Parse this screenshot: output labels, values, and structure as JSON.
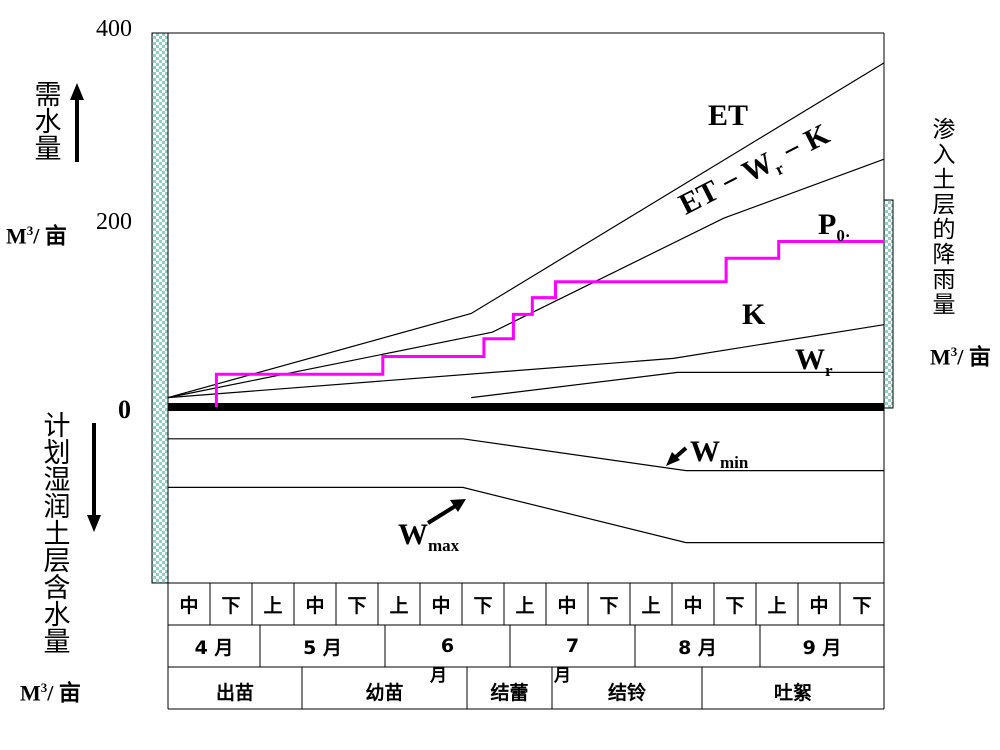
{
  "axis": {
    "y_max_label": "400",
    "y_mid_label": "200",
    "zero_label": "0",
    "left_top_label": "需水量",
    "left_bottom_label": "计划湿润土层含水量",
    "right_label": "渗入土层的降雨量",
    "unit": {
      "base": "M",
      "exp": "3",
      "rest": "/ 亩"
    }
  },
  "series_labels": {
    "et": "ET",
    "et_wr_k": {
      "a": "ET − W",
      "sub": "r",
      "b": " − K"
    },
    "p0": {
      "base": "P",
      "sub": "0·"
    },
    "k": "K",
    "wr": {
      "base": "W",
      "sub": "r"
    },
    "wmin": {
      "base": "W",
      "sub": "min"
    },
    "wmax": {
      "base": "W",
      "sub": "max"
    }
  },
  "timeline": {
    "dekads": [
      "中",
      "下",
      "上",
      "中",
      "下",
      "上",
      "中",
      "下",
      "上",
      "中",
      "下",
      "上",
      "中",
      "下",
      "上",
      "中",
      "下"
    ],
    "months": [
      {
        "label": "4 月"
      },
      {
        "label": "5 月"
      },
      {
        "label": "6",
        "tail": "月"
      },
      {
        "label": "7",
        "tail": "月"
      },
      {
        "label": "8 月"
      },
      {
        "label": "9 月"
      }
    ],
    "stages": [
      "出苗",
      "幼苗",
      "结蕾",
      "结铃",
      "吐絮"
    ]
  },
  "chart_data": {
    "type": "line",
    "x_unit": "ten-day period index from mid-April",
    "xlim": [
      0,
      17
    ],
    "ylim": [
      -180,
      400
    ],
    "y_ticks": [
      0,
      200,
      400
    ],
    "series": [
      {
        "name": "ET",
        "points": [
          [
            0,
            10
          ],
          [
            7.2,
            100
          ],
          [
            17,
            368
          ]
        ]
      },
      {
        "name": "ET − Wr − K",
        "points": [
          [
            0,
            10
          ],
          [
            7.7,
            80
          ],
          [
            13.2,
            202
          ],
          [
            17,
            265
          ]
        ]
      },
      {
        "name": "K",
        "points": [
          [
            0,
            10
          ],
          [
            12,
            52
          ],
          [
            17,
            88
          ]
        ]
      },
      {
        "name": "Wr",
        "points": [
          [
            7.2,
            10
          ],
          [
            12.1,
            37
          ],
          [
            17,
            37
          ]
        ]
      },
      {
        "name": "P0",
        "step_points": [
          [
            1.15,
            0
          ],
          [
            1.15,
            35
          ],
          [
            5.1,
            35
          ],
          [
            5.1,
            54
          ],
          [
            7.5,
            54
          ],
          [
            7.5,
            73
          ],
          [
            8.2,
            73
          ],
          [
            8.2,
            99
          ],
          [
            8.65,
            99
          ],
          [
            8.65,
            117
          ],
          [
            9.2,
            117
          ],
          [
            9.2,
            134
          ],
          [
            13.25,
            134
          ],
          [
            13.25,
            159
          ],
          [
            14.5,
            159
          ],
          [
            14.5,
            177
          ],
          [
            17,
            177
          ]
        ]
      },
      {
        "name": "Wmin",
        "points": [
          [
            0,
            -34
          ],
          [
            7.0,
            -34
          ],
          [
            12.3,
            -68
          ],
          [
            17,
            -68
          ]
        ]
      },
      {
        "name": "Wmax",
        "points": [
          [
            0,
            -86
          ],
          [
            7.0,
            -86
          ],
          [
            12.3,
            -145
          ],
          [
            17,
            -145
          ]
        ]
      }
    ]
  }
}
